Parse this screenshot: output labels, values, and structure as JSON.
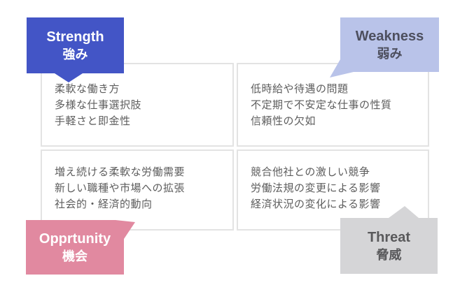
{
  "diagram": {
    "type": "swot-matrix",
    "quadrants": [
      {
        "key": "strength",
        "label_en": "Strength",
        "label_ja": "強み",
        "items": [
          "柔軟な働き方",
          "多様な仕事選択肢",
          "手軽さと即金性"
        ]
      },
      {
        "key": "weakness",
        "label_en": "Weakness",
        "label_ja": "弱み",
        "items": [
          "低時給や待遇の問題",
          "不定期で不安定な仕事の性質",
          "信頼性の欠如"
        ]
      },
      {
        "key": "opportunity",
        "label_en": "Opprtunity",
        "label_ja": "機会",
        "items": [
          "増え続ける柔軟な労働需要",
          "新しい職種や市場への拡張",
          "社会的・経済的動向"
        ]
      },
      {
        "key": "threat",
        "label_en": "Threat",
        "label_ja": "脅威",
        "items": [
          "競合他社との激しい競争",
          "労働法規の変更による影響",
          "経済状況の変化による影響"
        ]
      }
    ],
    "colors": {
      "strength_fill": "#4355c6",
      "strength_text": "#ffffff",
      "weakness_fill": "#b9c3e9",
      "weakness_text": "#4d4f5e",
      "opportunity_fill": "#e189a0",
      "opportunity_text": "#ffffff",
      "threat_fill": "#d5d5d7",
      "threat_text": "#59595b",
      "box_border": "#e3e3e3",
      "body_text": "#5d5d5d",
      "background": "#ffffff"
    }
  }
}
